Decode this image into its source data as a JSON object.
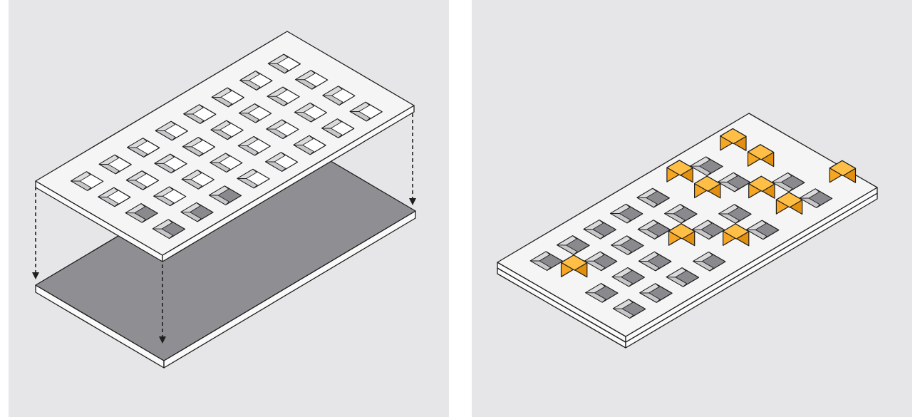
{
  "colors": {
    "panel_background": "#e6e6e8",
    "top_surface": "#f5f5f5",
    "edge_side": "#fafafa",
    "outline": "#1e1e1e",
    "base_plate_fill": "#8f8f93",
    "hole_interior": "#ffffff",
    "hole_filled_bottom": "#8a8a8e",
    "hole_wall": "#c8c8cb",
    "cube_top": "#ffbf47",
    "cube_left": "#f5a623",
    "cube_right": "#e2900e",
    "arrow": "#1e1e1e"
  },
  "left_panel": {
    "name": "exploded-assembly",
    "perforated_sheet": {
      "rows": 4,
      "columns": 8,
      "hole_shape": "square"
    },
    "base_plate": {
      "fill": "solid gray"
    },
    "arrows": {
      "count": 3,
      "style": "dashed",
      "direction": "down"
    }
  },
  "right_panel": {
    "name": "assembled-with-cubes",
    "sheet_layers": 2,
    "grid": {
      "rows": 4,
      "columns": 8
    },
    "cube_count": 10
  }
}
